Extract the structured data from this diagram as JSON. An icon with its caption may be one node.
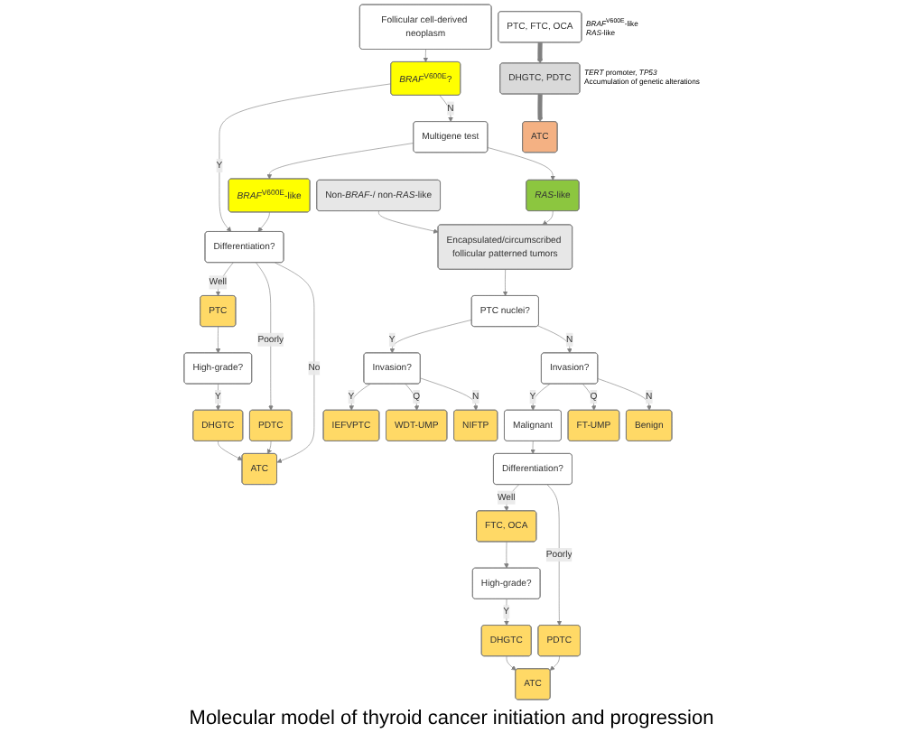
{
  "diagram": {
    "caption": "Molecular model of thyroid cancer initiation and progression",
    "nodes": [
      {
        "text": [
          "Follicular cell-derived neoplasm"
        ]
      },
      {
        "text": [
          "*BRAF*$^{V600E}$?"
        ]
      },
      {
        "text": [
          "Differentiation?"
        ]
      },
      {
        "text": [
          "Multigene test"
        ]
      },
      {
        "text": [
          "PTC"
        ]
      },
      {
        "text": [
          "PDTC"
        ]
      },
      {
        "text": [
          "ATC"
        ]
      },
      {
        "text": [
          "*BRAF*$^{V600E}$-like"
        ]
      },
      {
        "text": [
          "*RAS*-like"
        ]
      },
      {
        "text": [
          "Non-*BRAF*-/ non-*RAS*-like"
        ]
      },
      {
        "text": [
          "High-grade?"
        ]
      },
      {
        "text": [
          "Encapsulated/circumscribed follicular patterned tumors"
        ]
      },
      {
        "text": [
          "DHGTC"
        ]
      },
      {
        "text": [
          "PTC nuclei?"
        ]
      },
      {
        "text": [
          "Invasion?"
        ]
      },
      {
        "text": [
          "Invasion?"
        ]
      },
      {
        "text": [
          "IEFVPTC"
        ]
      },
      {
        "text": [
          "WDT-UMP"
        ]
      },
      {
        "text": [
          "NIFTP"
        ]
      },
      {
        "text": [
          "Malignant"
        ]
      },
      {
        "text": [
          "FT-UMP"
        ]
      },
      {
        "text": [
          "Benign"
        ]
      },
      {
        "text": [
          "Differentiation?"
        ]
      },
      {
        "text": [
          "FTC, OCA"
        ]
      },
      {
        "text": [
          "PDTC"
        ]
      },
      {
        "text": [
          "High-grade?"
        ]
      },
      {
        "text": [
          "DHGTC"
        ]
      },
      {
        "text": [
          "ATC"
        ]
      },
      {
        "text": [
          "PTC, FTC, OCA"
        ],
        "beside": [
          "*BRAF*$^{V600E}$-like",
          "*RAS*-like"
        ]
      },
      {
        "text": [
          "DHGTC, PDTC"
        ],
        "beside": [
          "*TERT* promoter, *TP53*",
          "Accumulation of genetic alterations"
        ]
      },
      {
        "text": [
          "ATC"
        ]
      }
    ],
    "edges": [
      {
        "from": 0,
        "to": 1,
        "arrow": "to"
      },
      {
        "from": 1,
        "to": 2,
        "arrow": "to",
        "label": "Y"
      },
      {
        "from": 1,
        "to": 3,
        "arrow": "to",
        "label": "N"
      },
      {
        "from": 2,
        "to": 4,
        "arrow": "to",
        "label": "Well"
      },
      {
        "from": 2,
        "to": 5,
        "arrow": "to",
        "label": "Poorly"
      },
      {
        "from": 2,
        "to": 6,
        "arrow": "to",
        "label": "No"
      },
      {
        "from": 3,
        "to": 7,
        "arrow": "to"
      },
      {
        "from": 3,
        "to": 8,
        "arrow": "to"
      },
      {
        "from": 7,
        "to": 2,
        "arrow": "to"
      },
      {
        "from": 4,
        "to": 10,
        "arrow": "to"
      },
      {
        "from": 10,
        "to": 12,
        "arrow": "to",
        "label": "Y"
      },
      {
        "from": 5,
        "to": 6,
        "arrow": "to"
      },
      {
        "from": 12,
        "to": 6,
        "arrow": "to"
      },
      {
        "from": 8,
        "to": 11,
        "arrow": "to"
      },
      {
        "from": 9,
        "to": 11,
        "arrow": "to"
      },
      {
        "from": 11,
        "to": 13,
        "arrow": "to"
      },
      {
        "from": 13,
        "to": 14,
        "arrow": "to",
        "label": "Y"
      },
      {
        "from": 13,
        "to": 15,
        "arrow": "to",
        "label": "N"
      },
      {
        "from": 14,
        "to": 16,
        "arrow": "to",
        "label": "Y"
      },
      {
        "from": 14,
        "to": 17,
        "arrow": "to",
        "label": "Q"
      },
      {
        "from": 14,
        "to": 18,
        "arrow": "to",
        "label": "N"
      },
      {
        "from": 15,
        "to": 19,
        "arrow": "to",
        "label": "Y"
      },
      {
        "from": 15,
        "to": 20,
        "arrow": "to",
        "label": "Q"
      },
      {
        "from": 15,
        "to": 21,
        "arrow": "to",
        "label": "N"
      },
      {
        "from": 19,
        "to": 22,
        "arrow": "to"
      },
      {
        "from": 22,
        "to": 23,
        "arrow": "to",
        "label": "Well"
      },
      {
        "from": 22,
        "to": 24,
        "arrow": "to",
        "label": "Poorly"
      },
      {
        "from": 23,
        "to": 25,
        "arrow": "to"
      },
      {
        "from": 25,
        "to": 26,
        "arrow": "to",
        "label": "Y"
      },
      {
        "from": 24,
        "to": 27,
        "arrow": "to"
      },
      {
        "from": 26,
        "to": 27,
        "arrow": "to"
      },
      {
        "from": 28,
        "to": 29,
        "arrow": "to",
        "style": "thick"
      },
      {
        "from": 29,
        "to": 30,
        "arrow": "to",
        "style": "thick"
      }
    ]
  }
}
